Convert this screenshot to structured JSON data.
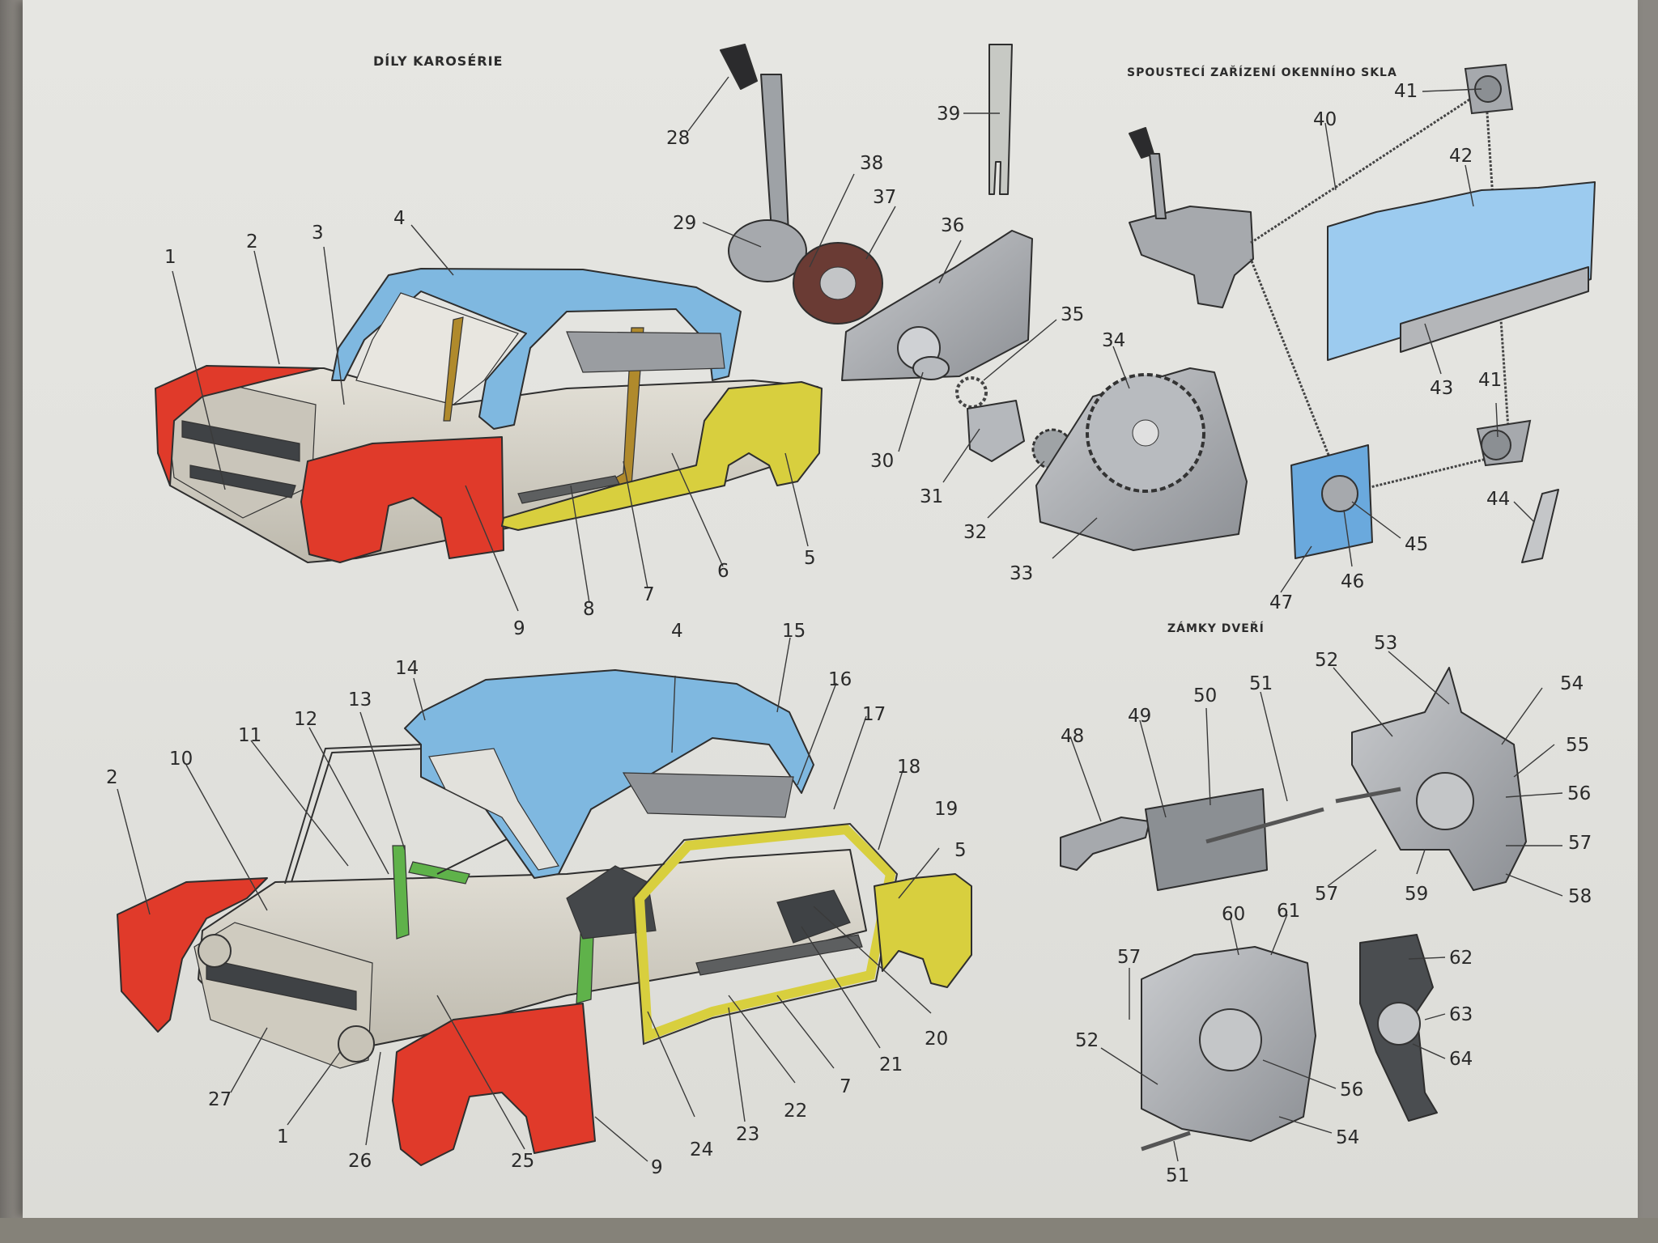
{
  "titles": {
    "body_parts": "DÍLY KAROSÉRIE",
    "window_regulator": "SPOUSTECÍ ZAŘÍZENÍ OKENNÍHO SKLA",
    "door_locks": "ZÁMKY DVEŘÍ"
  },
  "colors": {
    "roof": "#7fb8e0",
    "front_fender": "#e03a2a",
    "rear_quarter": "#d8cf3e",
    "pillars": "#b08a2c",
    "green_parts": "#5fb24a",
    "body_shell": "#d9d6cc",
    "metal": "#a9acb0",
    "glass": "#9ccbef"
  },
  "labels": [
    {
      "id": "l1a",
      "text": "1"
    },
    {
      "id": "l2a",
      "text": "2"
    },
    {
      "id": "l3",
      "text": "3"
    },
    {
      "id": "l4a",
      "text": "4"
    },
    {
      "id": "l5a",
      "text": "5"
    },
    {
      "id": "l6",
      "text": "6"
    },
    {
      "id": "l7a",
      "text": "7"
    },
    {
      "id": "l8",
      "text": "8"
    },
    {
      "id": "l9a",
      "text": "9"
    },
    {
      "id": "l28",
      "text": "28"
    },
    {
      "id": "l29",
      "text": "29"
    },
    {
      "id": "l30",
      "text": "30"
    },
    {
      "id": "l31",
      "text": "31"
    },
    {
      "id": "l32",
      "text": "32"
    },
    {
      "id": "l33",
      "text": "33"
    },
    {
      "id": "l34",
      "text": "34"
    },
    {
      "id": "l35",
      "text": "35"
    },
    {
      "id": "l36",
      "text": "36"
    },
    {
      "id": "l37",
      "text": "37"
    },
    {
      "id": "l38",
      "text": "38"
    },
    {
      "id": "l39",
      "text": "39"
    },
    {
      "id": "l40",
      "text": "40"
    },
    {
      "id": "l41a",
      "text": "41"
    },
    {
      "id": "l41b",
      "text": "41"
    },
    {
      "id": "l42",
      "text": "42"
    },
    {
      "id": "l43",
      "text": "43"
    },
    {
      "id": "l44",
      "text": "44"
    },
    {
      "id": "l45",
      "text": "45"
    },
    {
      "id": "l46",
      "text": "46"
    },
    {
      "id": "l47",
      "text": "47"
    },
    {
      "id": "l2b",
      "text": "2"
    },
    {
      "id": "l4b",
      "text": "4"
    },
    {
      "id": "l5b",
      "text": "5"
    },
    {
      "id": "l7b",
      "text": "7"
    },
    {
      "id": "l9b",
      "text": "9"
    },
    {
      "id": "l10",
      "text": "10"
    },
    {
      "id": "l11",
      "text": "11"
    },
    {
      "id": "l12",
      "text": "12"
    },
    {
      "id": "l13",
      "text": "13"
    },
    {
      "id": "l14",
      "text": "14"
    },
    {
      "id": "l15",
      "text": "15"
    },
    {
      "id": "l16",
      "text": "16"
    },
    {
      "id": "l17",
      "text": "17"
    },
    {
      "id": "l18",
      "text": "18"
    },
    {
      "id": "l19",
      "text": "19"
    },
    {
      "id": "l20",
      "text": "20"
    },
    {
      "id": "l21",
      "text": "21"
    },
    {
      "id": "l22",
      "text": "22"
    },
    {
      "id": "l23",
      "text": "23"
    },
    {
      "id": "l24",
      "text": "24"
    },
    {
      "id": "l25",
      "text": "25"
    },
    {
      "id": "l26",
      "text": "26"
    },
    {
      "id": "l27",
      "text": "27"
    },
    {
      "id": "l1b",
      "text": "1"
    },
    {
      "id": "l48",
      "text": "48"
    },
    {
      "id": "l49",
      "text": "49"
    },
    {
      "id": "l50",
      "text": "50"
    },
    {
      "id": "l51a",
      "text": "51"
    },
    {
      "id": "l52a",
      "text": "52"
    },
    {
      "id": "l53",
      "text": "53"
    },
    {
      "id": "l54a",
      "text": "54"
    },
    {
      "id": "l55",
      "text": "55"
    },
    {
      "id": "l56a",
      "text": "56"
    },
    {
      "id": "l57a",
      "text": "57"
    },
    {
      "id": "l57b",
      "text": "57"
    },
    {
      "id": "l58",
      "text": "58"
    },
    {
      "id": "l59",
      "text": "59"
    },
    {
      "id": "l60",
      "text": "60"
    },
    {
      "id": "l61",
      "text": "61"
    },
    {
      "id": "l62",
      "text": "62"
    },
    {
      "id": "l63",
      "text": "63"
    },
    {
      "id": "l64",
      "text": "64"
    },
    {
      "id": "l57c",
      "text": "57"
    },
    {
      "id": "l52b",
      "text": "52"
    },
    {
      "id": "l56b",
      "text": "56"
    },
    {
      "id": "l54b",
      "text": "54"
    },
    {
      "id": "l51b",
      "text": "51"
    }
  ]
}
